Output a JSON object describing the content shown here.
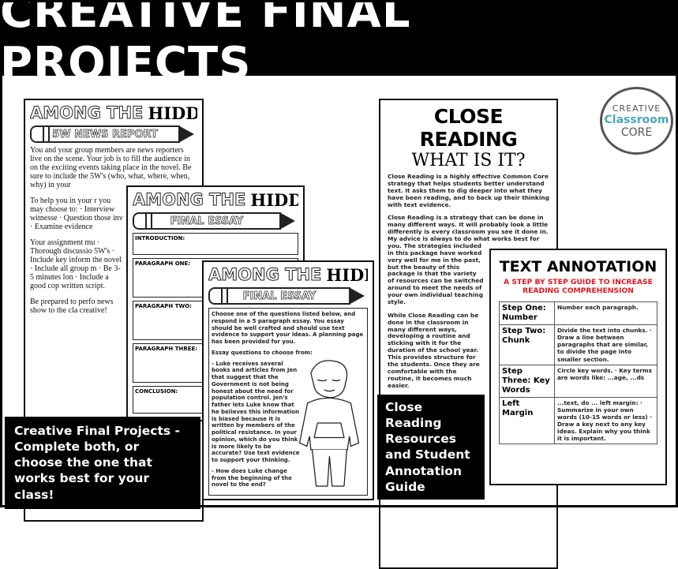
{
  "banner": {
    "title": "CREATIVE FINAL PROJECTS"
  },
  "logo": {
    "line1": "CREATIVE",
    "line2": "Classroom",
    "line3": "CORE"
  },
  "news_report": {
    "title_outline": "AMONG THE",
    "title_bold": "HIDDEN",
    "subtitle": "5W NEWS REPORT",
    "paragraphs": [
      "You and your group members are news reporters live on the scene. Your job is to fill the audience in on the exciting events taking place in the novel. Be sure to include the 5W's (who, what, where, when, why) in your",
      "To help you in your r you may choose to: · Interview witnesse · Question those inv · Examine evidence",
      "Your assignment mu · Thorough discussio 5W's · Include key inform the novel · Include all group m · Be 3-5 minutes lon · Include a good cop written script.",
      "Be prepared to perfo news show to the cla creative!"
    ]
  },
  "essay_planner": {
    "title_outline": "AMONG THE",
    "title_bold": "HIDDEN",
    "subtitle": "FINAL ESSAY",
    "sections": [
      "INTRODUCTION:",
      "PARAGRAPH ONE:",
      "PARAGRAPH TWO:",
      "PARAGRAPH THREE:",
      "CONCLUSION:"
    ]
  },
  "final_essay": {
    "title_outline": "AMONG THE",
    "title_bold": "HIDDEN",
    "subtitle": "FINAL ESSAY",
    "intro": "Choose one of the questions listed below, and respond in a 5 paragraph essay. You essay should be well crafted and should use text evidence to support your ideas. A planning page has been provided for you.",
    "questions_label": "Essay questions to choose from:",
    "questions": [
      "- Luke receives several books and articles from Jen that suggest that the Government is not being honest about the need for population control. Jen's father lets Luke know that he believes this information is biased because it is written by members of the political resistance. In your opinion, which do you think is more likely to be accurate? Use text evidence to support your thinking.",
      "- How does Luke change from the beginning of the novel to the end?"
    ]
  },
  "close_reading": {
    "title": "CLOSE READING",
    "subtitle": "WHAT IS IT?",
    "paragraphs": [
      "Close Reading is a highly effective Common Core strategy that helps students better understand text. It asks them to dig deeper into what they have been reading, and to back up their thinking with text evidence.",
      "Close Reading is a strategy that can be done in many different ways. It will probably look a little differently is every classroom you see it done in. My advice is always to do what works best for you. The strategies included in this package have worked very well for me in the past, but the beauty of this package is that the variety of resources can be switched around to meet the needs of your own individual teaching style.",
      "While Close Reading can be done in the classroom in many different ways, developing a routine and sticking with it for the duration of the school year. This provides structure for the students. Once they are comfortable with the routine, it becomes much easier."
    ]
  },
  "text_annotation": {
    "title": "TEXT ANNOTATION",
    "subtitle": "A STEP BY STEP GUIDE TO INCREASE READING COMPREHENSION",
    "accent_color": "#e8141b",
    "steps": [
      {
        "step": "Step One: Number",
        "desc": "Number each paragraph."
      },
      {
        "step": "Step Two: Chunk",
        "desc": "Divide the text into chunks. · Draw a line between paragraphs that are similar, to divide the page into smaller section."
      },
      {
        "step": "Step Three: Key Words",
        "desc": "Circle key words. · Key terms are words like: ...age, ...ds"
      },
      {
        "step": "Left Margin",
        "desc": "...text, do ... left margin: · Summarize in your own words (10-15 words or less) · Draw a key next to any key ideas. Explain why you think it is important."
      }
    ]
  },
  "captions": {
    "left": "Creative Final Projects - Complete both, or choose the one that works best for your class!",
    "right": "Close Reading Resources and Student Annotation Guide"
  }
}
